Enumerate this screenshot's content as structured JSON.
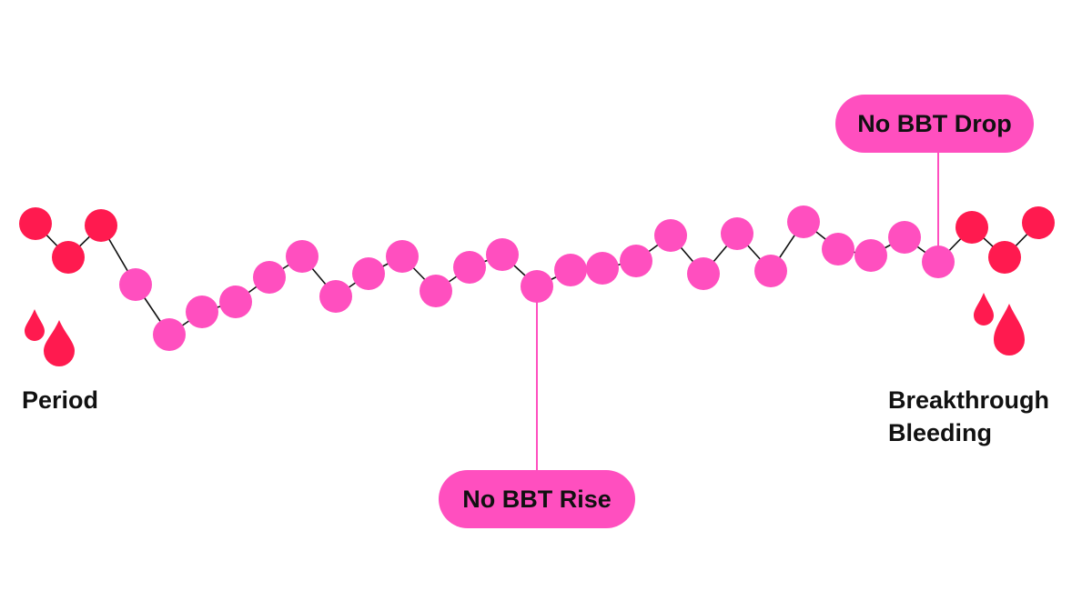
{
  "labels": {
    "period": "Period",
    "breakthrough_line1": "Breakthrough",
    "breakthrough_line2": "Bleeding"
  },
  "callouts": {
    "no_bbt_drop": "No BBT Drop",
    "no_bbt_rise": "No BBT Rise"
  },
  "colors": {
    "bleeding": "#ff1a4f",
    "temperature": "#ff4fbf",
    "connector": "#111111",
    "label_text": "#111111"
  },
  "icons": {
    "left_drops": "blood-drops-icon",
    "right_drops": "blood-drops-icon"
  }
}
